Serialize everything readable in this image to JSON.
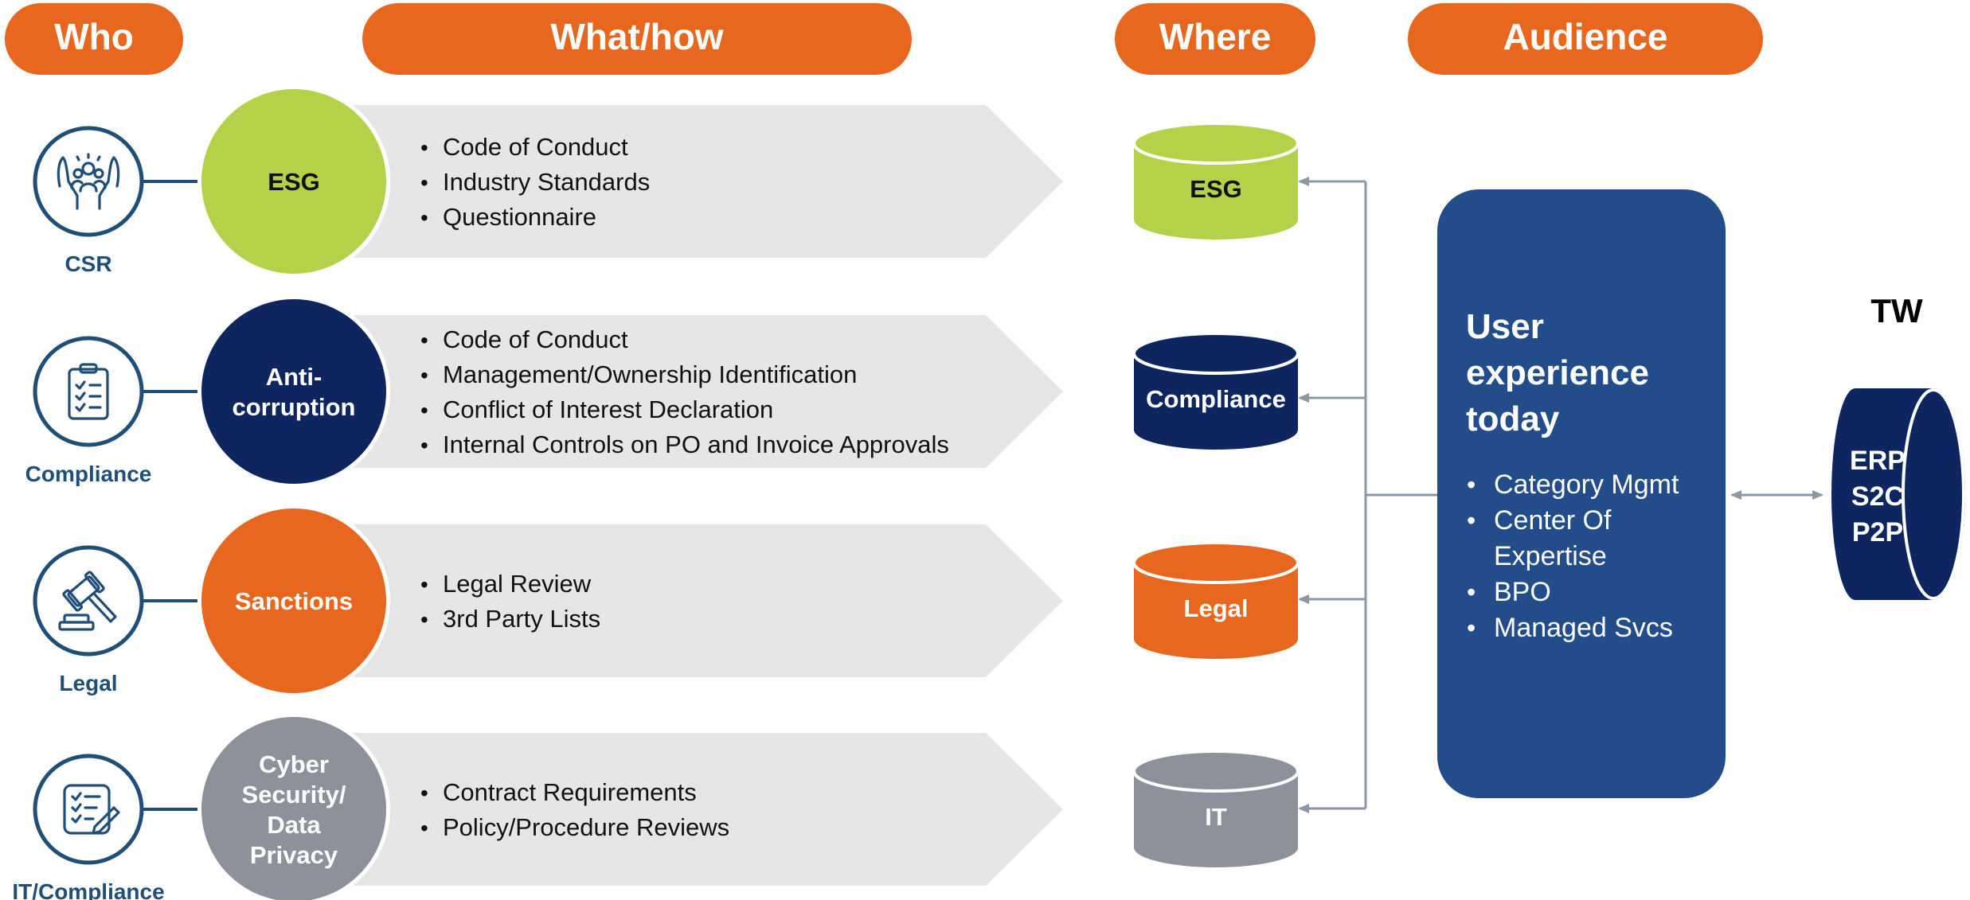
{
  "headers": {
    "who": "Who",
    "what_how": "What/how",
    "where": "Where",
    "audience": "Audience"
  },
  "rows": [
    {
      "who_label": "CSR",
      "who_icon": "people-care-icon",
      "category_lines": [
        "ESG"
      ],
      "category_color": "#B3D24A",
      "category_text_color": "#111111",
      "items": [
        "Code of Conduct",
        "Industry Standards",
        "Questionnaire"
      ],
      "where_label": "ESG",
      "where_color": "#B3D24A",
      "where_text_color": "#111111"
    },
    {
      "who_label": "Compliance",
      "who_icon": "clipboard-checklist-icon",
      "category_lines": [
        "Anti-",
        "corruption"
      ],
      "category_color": "#0E2560",
      "category_text_color": "#ffffff",
      "items": [
        "Code of Conduct",
        "Management/Ownership Identification",
        "Conflict of Interest Declaration",
        "Internal Controls on PO and Invoice Approvals"
      ],
      "where_label": "Compliance",
      "where_color": "#0E2560",
      "where_text_color": "#ffffff"
    },
    {
      "who_label": "Legal",
      "who_icon": "gavel-icon",
      "category_lines": [
        "Sanctions"
      ],
      "category_color": "#E8671E",
      "category_text_color": "#ffffff",
      "items": [
        "Legal Review",
        "3rd Party Lists"
      ],
      "where_label": "Legal",
      "where_color": "#E8671E",
      "where_text_color": "#ffffff"
    },
    {
      "who_label": "IT/Compliance",
      "who_icon": "checklist-pen-icon",
      "category_lines": [
        "Cyber",
        "Security/",
        "Data",
        "Privacy"
      ],
      "category_color": "#8C919C",
      "category_text_color": "#ffffff",
      "items": [
        "Contract Requirements",
        "Policy/Procedure Reviews"
      ],
      "where_label": "IT",
      "where_color": "#8C919C",
      "where_text_color": "#ffffff"
    }
  ],
  "audience_box": {
    "title_lines": [
      "User",
      "experience",
      "today"
    ],
    "items": [
      "Category Mgmt",
      "Center Of",
      "Expertise",
      "BPO",
      "Managed Svcs"
    ],
    "color": "#234C8A"
  },
  "system": {
    "label": "TW",
    "lines": [
      "ERP",
      "S2C",
      "P2P"
    ],
    "color": "#0E2560"
  },
  "colors": {
    "accent": "#E8671E",
    "navy": "#1F4E79",
    "arrow_fill": "#E6E6E6",
    "connector": "#8E97A4"
  }
}
